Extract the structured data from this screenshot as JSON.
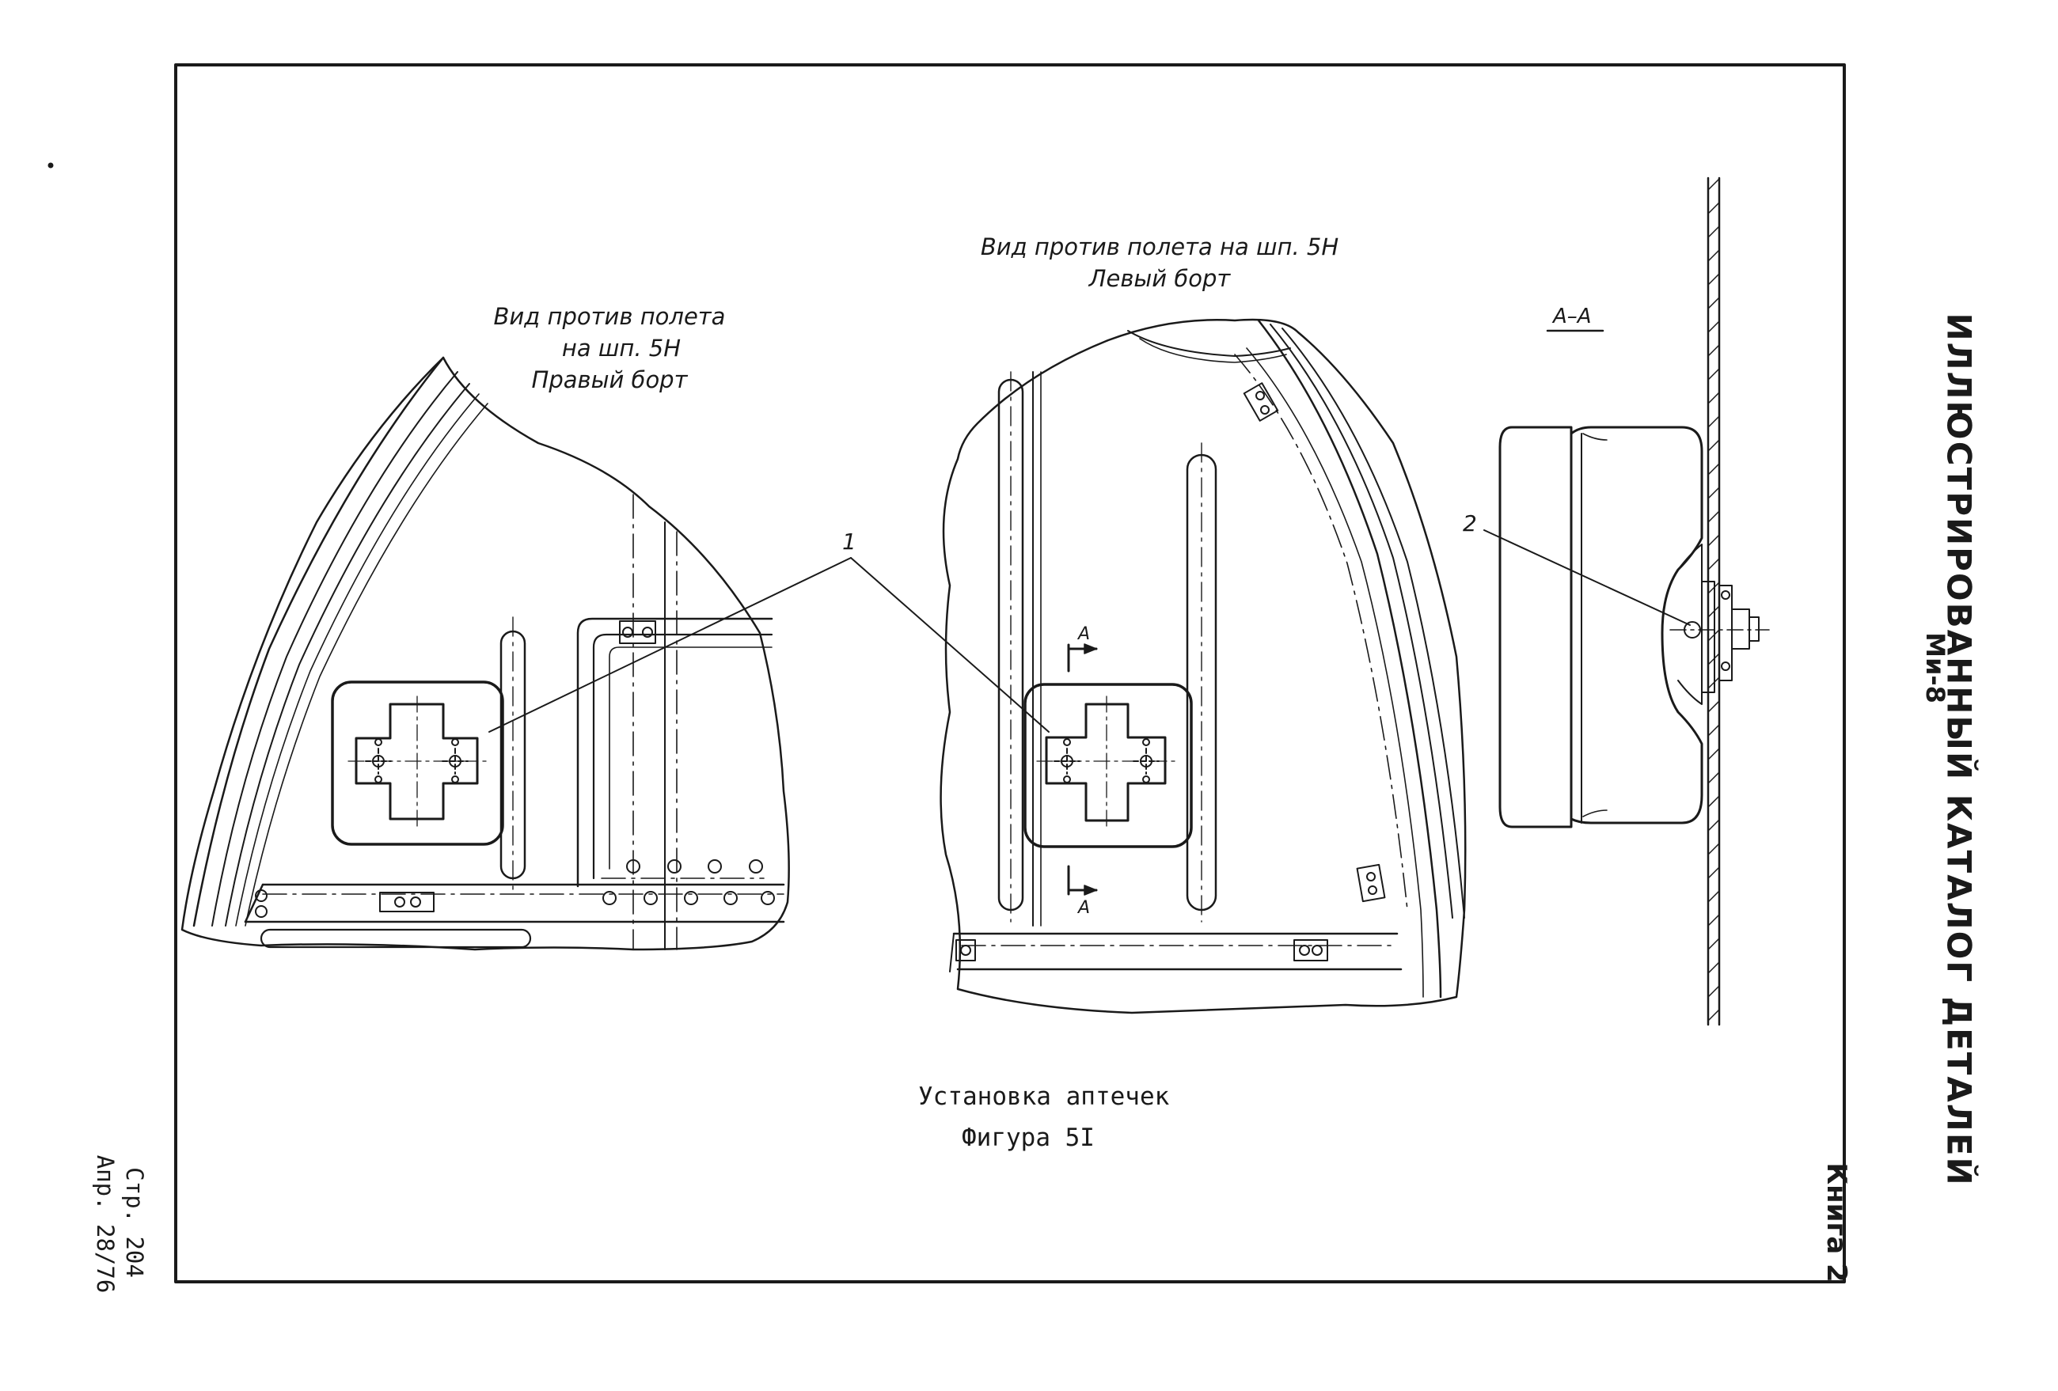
{
  "header": {
    "aircraft": "Ми-8",
    "catalog_title": "ИЛЛЮСТРИРОВАННЫЙ КАТАЛОГ ДЕТАЛЕЙ",
    "book": "Книга 2"
  },
  "footer": {
    "page": "Стр. 204",
    "date": "Апр. 28/76"
  },
  "caption": {
    "title": "Установка аптечек",
    "figure": "Фигура 5I"
  },
  "views": {
    "right_side": {
      "line1": "Вид против полета",
      "line2": "на шп. 5Н",
      "line3": "Правый  борт"
    },
    "left_side": {
      "line1": "Вид против полета на шп. 5Н",
      "line2": "Левый  борт"
    },
    "section": "А–А"
  },
  "callouts": {
    "kit": "1",
    "fastener": "2",
    "section_mark_top": "А",
    "section_mark_bottom": "А"
  }
}
